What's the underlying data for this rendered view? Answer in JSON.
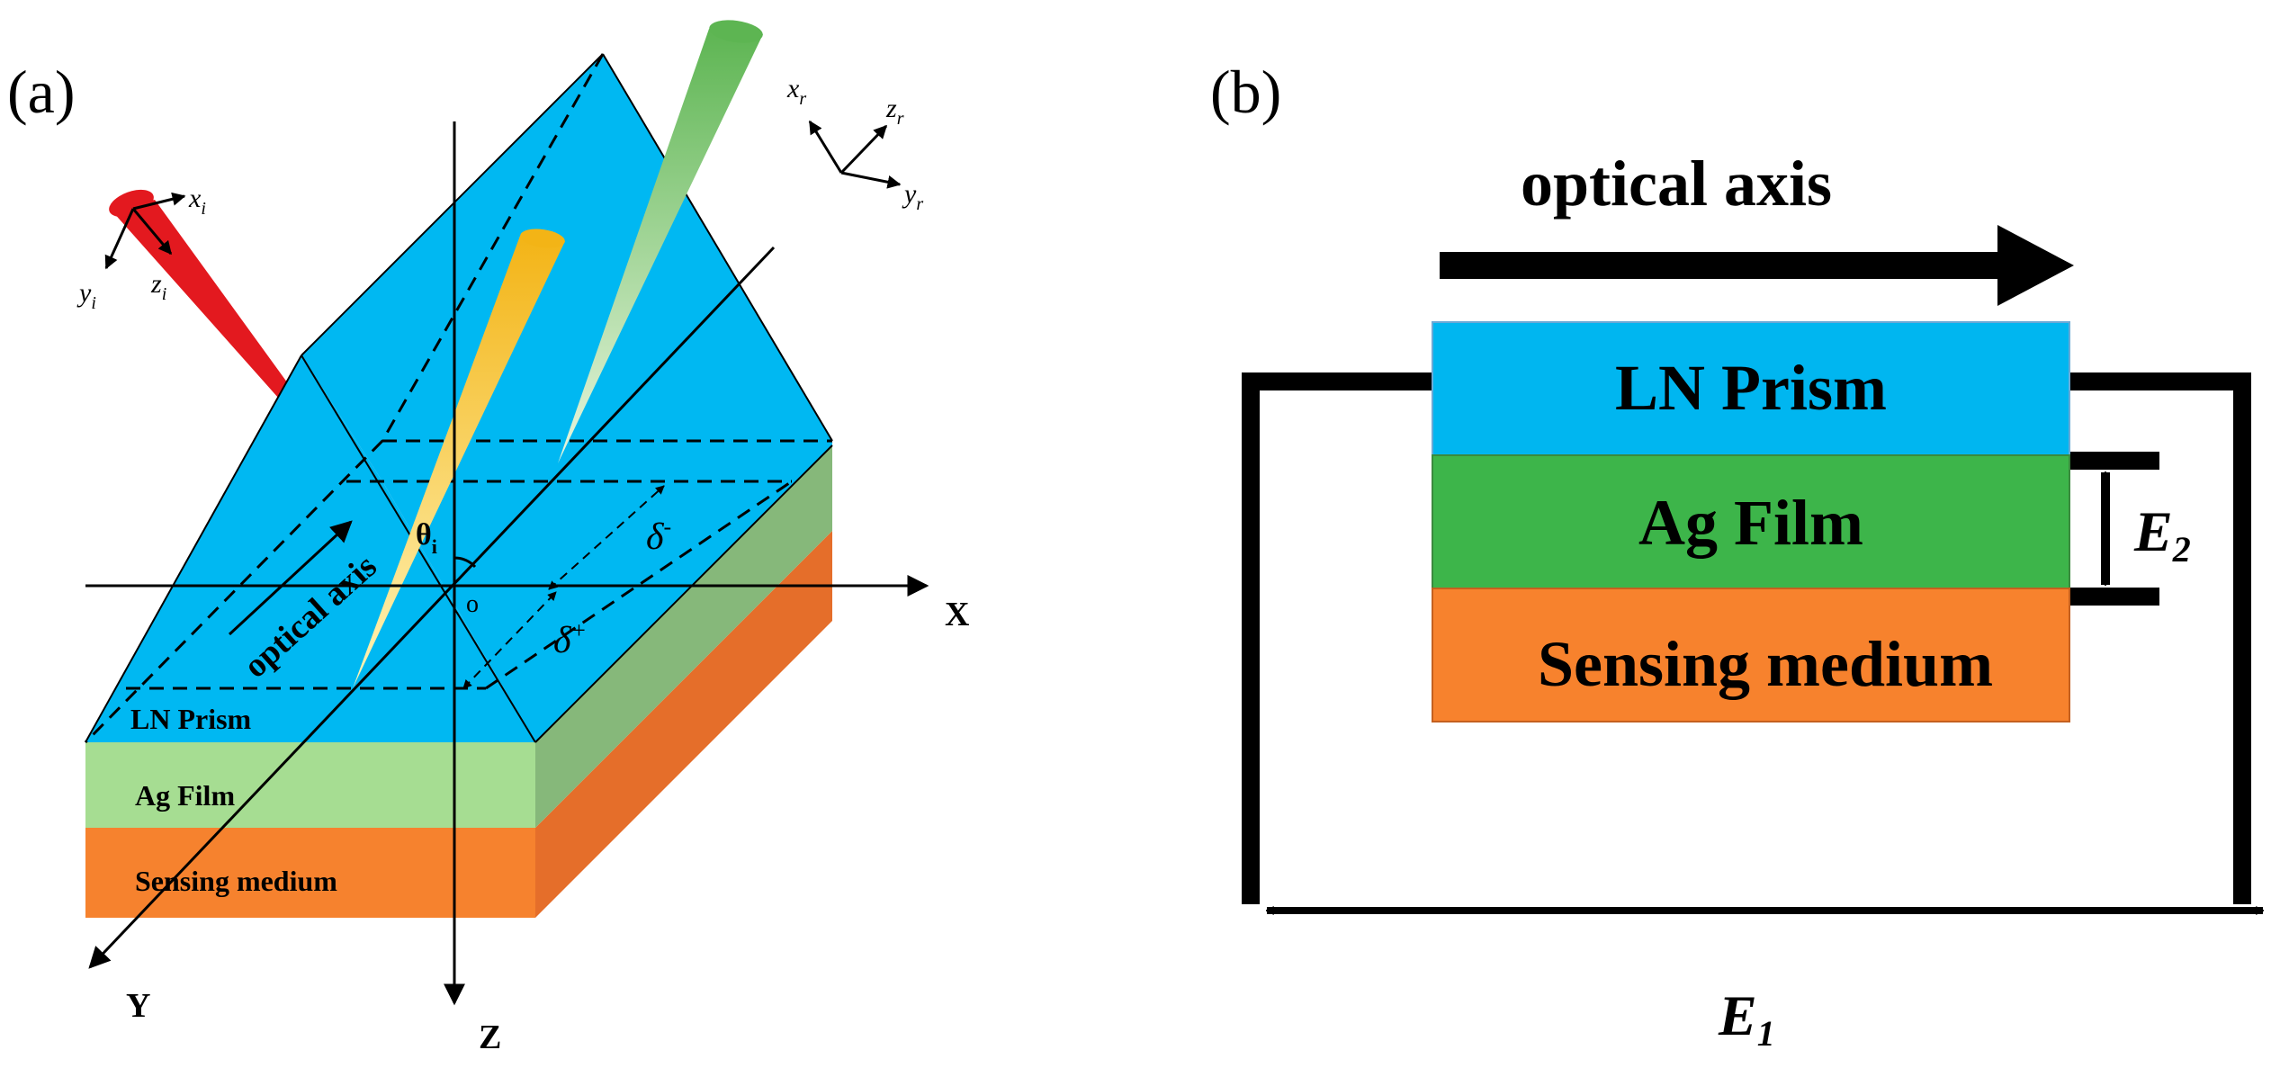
{
  "panel_a": {
    "label": "(a)",
    "layers": {
      "prism": "LN Prism",
      "film": "Ag Film",
      "medium": "Sensing medium"
    },
    "optical_axis": "optical axis",
    "axes": {
      "x": "X",
      "y": "Y",
      "z": "Z",
      "origin": "o"
    },
    "angle": {
      "main": "θ",
      "sub": "i"
    },
    "delta_minus": {
      "main": "δ",
      "sup": "-"
    },
    "delta_plus": {
      "main": "δ",
      "sup": "+"
    },
    "incident_frame": {
      "x": {
        "main": "x",
        "sub": "i"
      },
      "y": {
        "main": "y",
        "sub": "i"
      },
      "z": {
        "main": "z",
        "sub": "i"
      }
    },
    "reflected_frame": {
      "x": {
        "main": "x",
        "sub": "r"
      },
      "y": {
        "main": "y",
        "sub": "r"
      },
      "z": {
        "main": "z",
        "sub": "r"
      }
    },
    "colors": {
      "prism": "#00b8f2",
      "film": "#a6dd92",
      "film_side": "#86b87a",
      "medium": "#f6822e",
      "medium_side": "#e56e2a",
      "incident_beam": "#e3191f",
      "reflected_beam": "#5db552",
      "inner_beam": "#f3b416"
    }
  },
  "panel_b": {
    "label": "(b)",
    "optical_axis": "optical axis",
    "layers": {
      "prism": "LN Prism",
      "film": "Ag Film",
      "medium": "Sensing medium"
    },
    "e1": {
      "main": "E",
      "sub": "1"
    },
    "e2": {
      "main": "E",
      "sub": "2"
    },
    "colors": {
      "prism": "#00b6f0",
      "film": "#3db54a",
      "medium": "#f7822d"
    }
  }
}
